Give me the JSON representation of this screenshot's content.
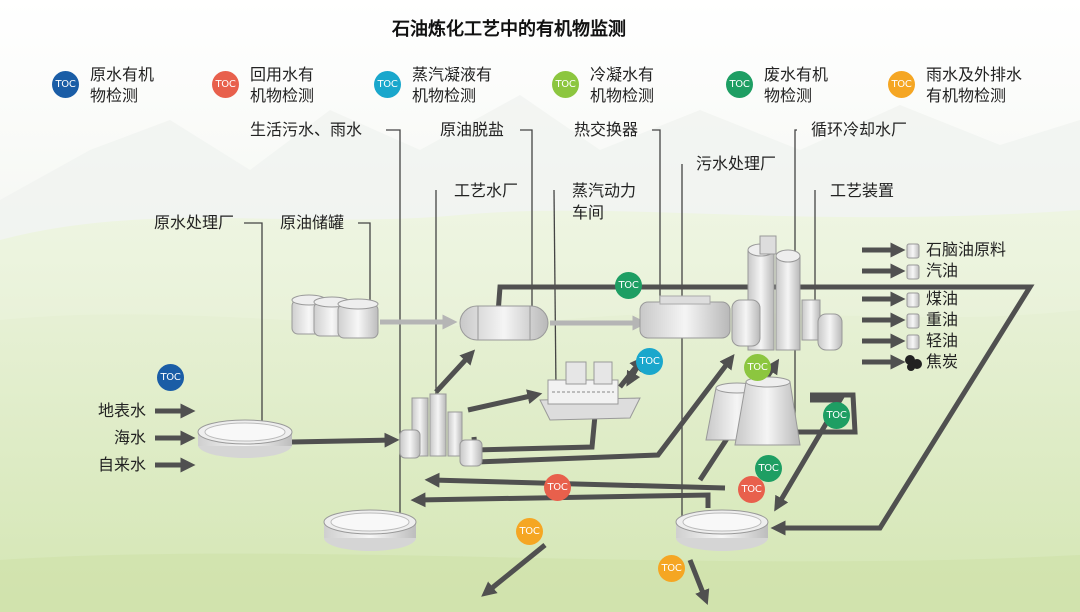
{
  "title": "石油炼化工艺中的有机物监测",
  "badge_label": "TOC",
  "colors": {
    "blue": "#1a5da6",
    "red": "#e8604c",
    "cyan": "#1aa7cc",
    "lime": "#8cc63f",
    "green": "#1e9e63",
    "orange": "#f5a623",
    "arrow": "#505050"
  },
  "legend": [
    {
      "color": "blue",
      "line1": "原水有机",
      "line2": "物检测"
    },
    {
      "color": "red",
      "line1": "回用水有",
      "line2": "机物检测"
    },
    {
      "color": "cyan",
      "line1": "蒸汽凝液有",
      "line2": "机物检测"
    },
    {
      "color": "lime",
      "line1": "冷凝水有",
      "line2": "机物检测"
    },
    {
      "color": "green",
      "line1": "废水有机",
      "line2": "物检测"
    },
    {
      "color": "orange",
      "line1": "雨水及外排水",
      "line2": "有机物检测"
    }
  ],
  "labels": {
    "domestic": "生活污水、雨水",
    "desalting": "原油脱盐",
    "heat_exchanger": "热交换器",
    "cooling_water": "循环冷却水厂",
    "sewage_plant": "污水处理厂",
    "process_water": "工艺水厂",
    "steam_power_1": "蒸汽动力",
    "steam_power_2": "车间",
    "process_unit": "工艺装置",
    "raw_water_plant": "原水处理厂",
    "crude_tank": "原油储罐"
  },
  "sources": [
    "地表水",
    "海水",
    "自来水"
  ],
  "products": [
    "石脑油原料",
    "汽油",
    "煤油",
    "重油",
    "轻油",
    "焦炭"
  ]
}
